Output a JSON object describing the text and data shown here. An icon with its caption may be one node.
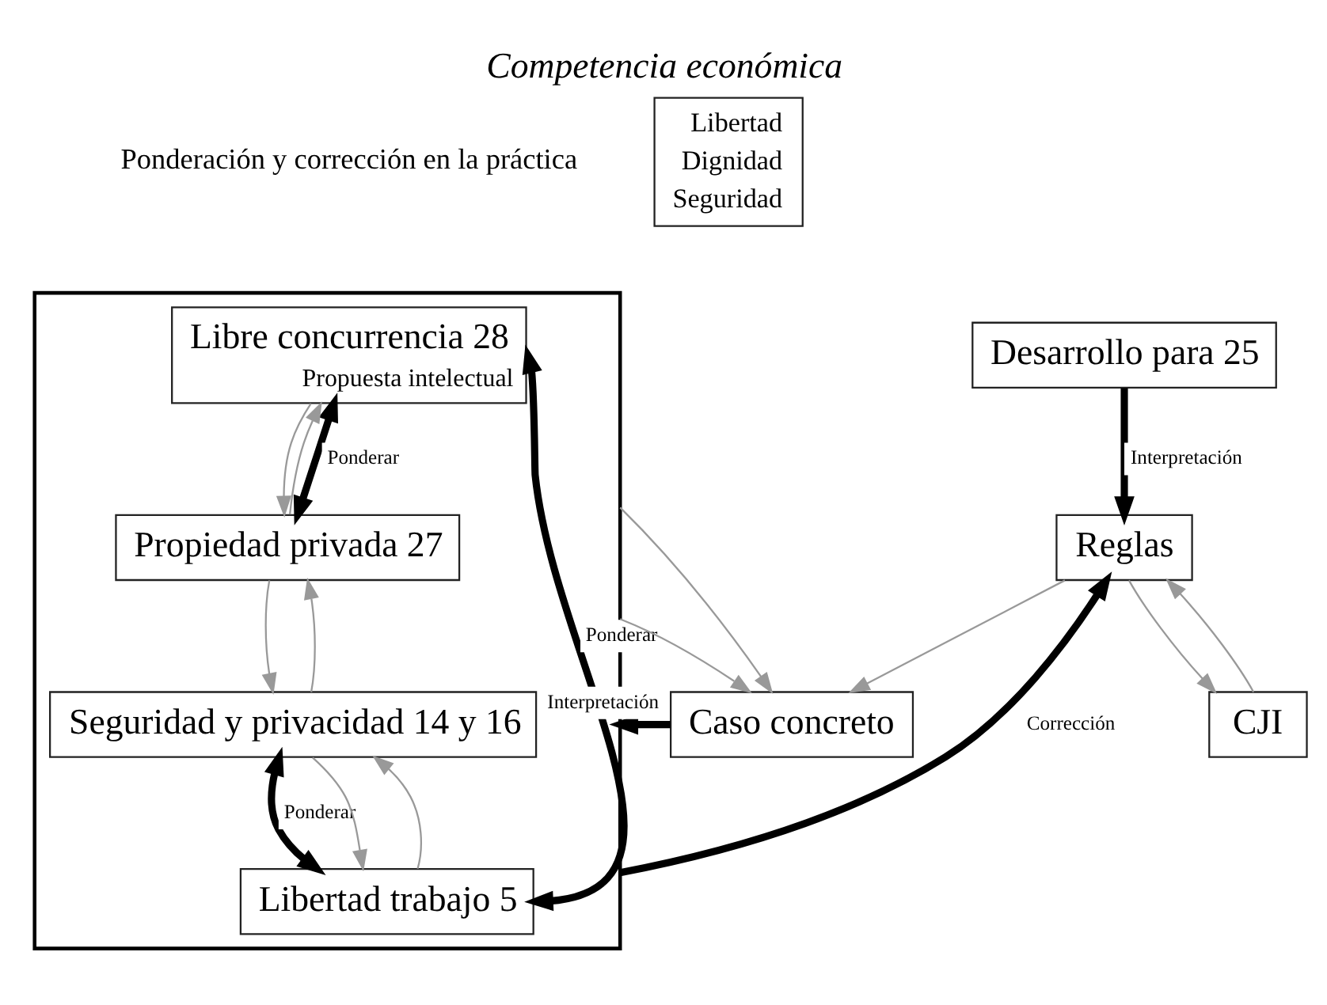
{
  "diagram": {
    "title": "Competencia económica",
    "nodes": [
      {
        "text": [],
        "shape": "bracket"
      },
      {
        "text": [
          "Libre concurrencia 28",
          "Propuesta intelectual"
        ],
        "in": 0
      },
      {
        "text": [
          "Propiedad privada 27"
        ],
        "in": 0
      },
      {
        "text": [
          "Libertad trabajo 5"
        ],
        "in": 0
      },
      {
        "text": [
          "Seguridad y privacidad 14 y 16"
        ],
        "in": 0
      },
      {
        "text": [
          "Desarrollo para 25"
        ]
      },
      {
        "text": [
          "Libertad",
          "Dignidad",
          "Seguridad"
        ]
      },
      {
        "text": [
          "Caso concreto"
        ]
      },
      {
        "text": [
          "Reglas"
        ]
      },
      {
        "text": [
          "CJI"
        ]
      }
    ],
    "edges": [
      {
        "from": 1,
        "to": 2,
        "arrow": "to"
      },
      {
        "from": 2,
        "to": 1,
        "arrow": "to"
      },
      {
        "from": 1,
        "to": 2,
        "arrow": "both",
        "label": "Ponderar",
        "style": "thick",
        "color": "#000000"
      },
      {
        "from": 1,
        "to": 3,
        "arrow": "both",
        "label": "Ponderar",
        "style": "thick",
        "color": "#000000"
      },
      {
        "from": 2,
        "to": 4,
        "arrow": "to"
      },
      {
        "from": 4,
        "to": 2,
        "arrow": "to"
      },
      {
        "from": 3,
        "to": 4,
        "arrow": "to"
      },
      {
        "from": 4,
        "to": 3,
        "arrow": "to"
      },
      {
        "from": 3,
        "to": 4,
        "arrow": "both",
        "label": "Ponderar",
        "style": "thick",
        "color": "#000000"
      },
      {
        "from": 0,
        "to": 7,
        "arrow": "to"
      },
      {
        "from": 0,
        "to": 7,
        "arrow": "to"
      },
      {
        "from": 7,
        "to": 0,
        "arrow": "to",
        "label": "Interpretación",
        "style": "thick",
        "color": "#000000"
      },
      {
        "from": 0,
        "to": 8,
        "arrow": "to",
        "label": "Corrección",
        "style": "thick",
        "color": "#000000"
      },
      {
        "from": 5,
        "to": 8,
        "arrow": "to",
        "label": "Interpretación",
        "style": "thick",
        "color": "#000000"
      },
      {
        "from": 8,
        "to": 7,
        "arrow": "to"
      },
      {
        "from": 8,
        "to": 9,
        "arrow": "to"
      },
      {
        "from": 9,
        "to": 8,
        "arrow": "to"
      }
    ],
    "labels": [
      "Ponderación y corrección en la práctica"
    ]
  }
}
